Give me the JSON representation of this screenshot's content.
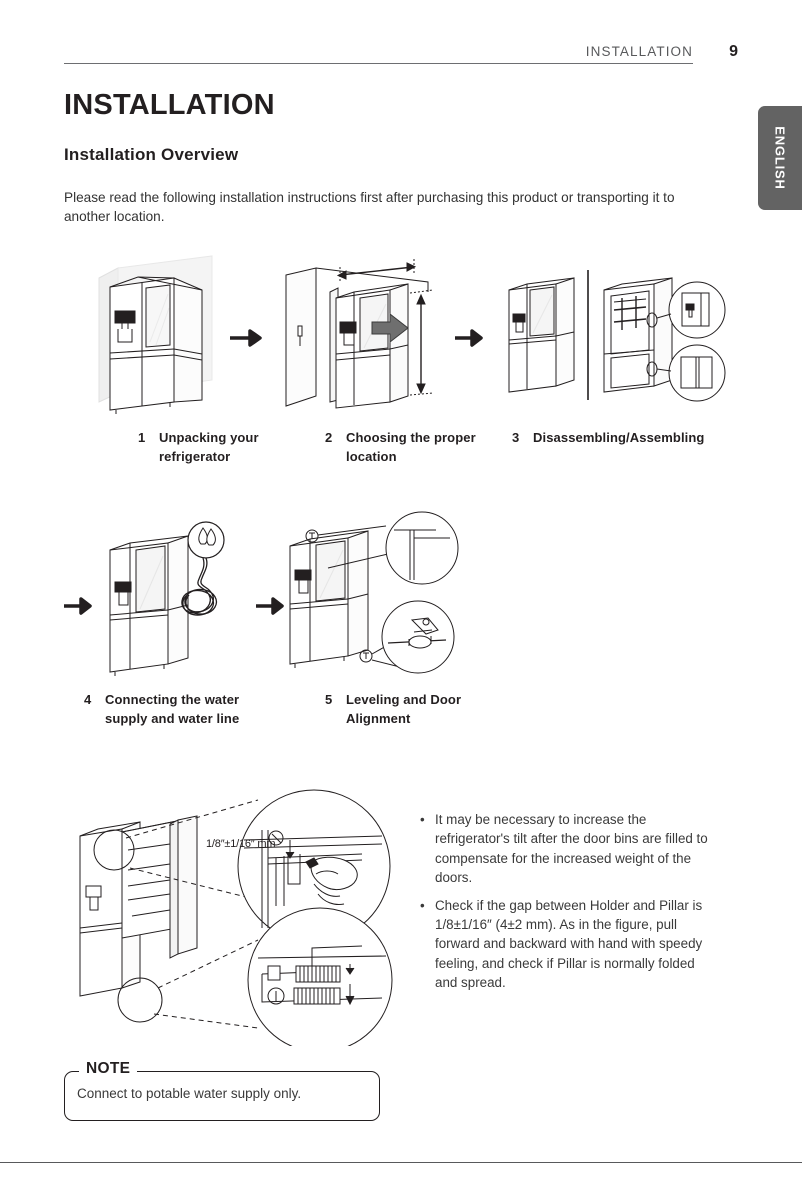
{
  "header": {
    "section_title": "INSTALLATION",
    "page_number": "9"
  },
  "language_tab": {
    "label": "ENGLISH"
  },
  "page": {
    "title": "INSTALLATION",
    "subtitle": "Installation Overview",
    "intro": "Please read the following installation instructions first after purchasing this product or transporting it to another location."
  },
  "steps": [
    {
      "number": "1",
      "label": "Unpacking your refrigerator",
      "figure": "refrigerator-against-wall"
    },
    {
      "number": "2",
      "label": "Choosing the proper location",
      "figure": "refrigerator-through-doorway-measurements"
    },
    {
      "number": "3",
      "label": "Disassembling/Assembling",
      "figure": "refrigerator-doors-removed-callouts"
    },
    {
      "number": "4",
      "label": "Connecting the water supply and water line",
      "figure": "refrigerator-water-line-coil"
    },
    {
      "number": "5",
      "label": "Leveling and Door Alignment",
      "figure": "refrigerator-leveling-callouts"
    }
  ],
  "detail_figure": {
    "gap_label": "1/8″±1/16″ mm",
    "name": "door-gap-and-leveling-leg-detail"
  },
  "bullets": [
    {
      "marker": "•",
      "text": "It may be necessary to increase the refrigerator's tilt after the door bins are filled to compensate for the increased weight of the doors."
    },
    {
      "marker": "•",
      "text": "Check if the gap between Holder and Pillar is 1/8±1/16″ (4±2 mm). As in the figure, pull forward and backward with hand with speedy feeling, and check if Pillar is normally folded and spread."
    }
  ],
  "note": {
    "label": "NOTE",
    "text": "Connect to potable water supply only."
  },
  "colors": {
    "ink": "#231f20",
    "rule": "#58595b",
    "lang_tab_bg": "#636363",
    "wall_gray": "#efefef"
  }
}
